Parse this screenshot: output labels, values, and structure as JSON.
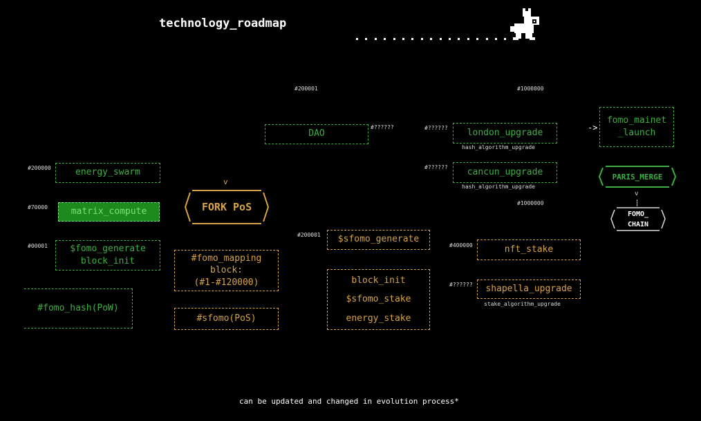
{
  "title": "technology_roadmap",
  "footer": "can be updated and changed in evolution process*",
  "colors": {
    "green": "#3cb043",
    "orange": "#d6a446",
    "background": "#000000"
  },
  "top_line": {
    "label_a": "#200001",
    "label_b": "#1000000"
  },
  "mid_line": {
    "label": "#1000000"
  },
  "left_column": [
    {
      "tag": "#200000",
      "label": "energy_swarm"
    },
    {
      "tag": "#70000",
      "label": "matrix_compute"
    },
    {
      "tag": "#00001",
      "label_1": "$fomo_generate",
      "label_2": "block_init"
    },
    {
      "label": "#fomo_hash(PoW)"
    }
  ],
  "fork": {
    "label": "FORK PoS",
    "arrow": "v"
  },
  "mapping": {
    "line1": "#fomo_mapping",
    "line2": "block:",
    "line3": "(#1-#120000)"
  },
  "sfomo_pos": "#sfomo(PoS)",
  "dao": {
    "label": "DAO",
    "tag": "#??????"
  },
  "london": {
    "tag": "#??????",
    "label": "london_upgrade",
    "sub": "hash_algorithm_upgrade"
  },
  "cancun": {
    "tag": "#??????",
    "label": "cancun_upgrade",
    "sub": "hash_algorithm_upgrade"
  },
  "mainnet": {
    "arrow": "->",
    "line1": "fomo_mainet",
    "line2": "_launch"
  },
  "paris": {
    "label": "PARIS_MERGE",
    "arrow": "v"
  },
  "fomo_chain": {
    "line1": "FOMO_",
    "line2": "CHAIN"
  },
  "sfomo_generate": {
    "tag": "#200001",
    "label": "$sfomo_generate"
  },
  "stake_box": [
    "block_init",
    "$sfomo_stake",
    "energy_stake"
  ],
  "nft": {
    "tag": "#400000",
    "label": "nft_stake"
  },
  "shapella": {
    "tag": "#??????",
    "label": "shapella_upgrade",
    "sub": "stake_algorithm_upgrade"
  }
}
